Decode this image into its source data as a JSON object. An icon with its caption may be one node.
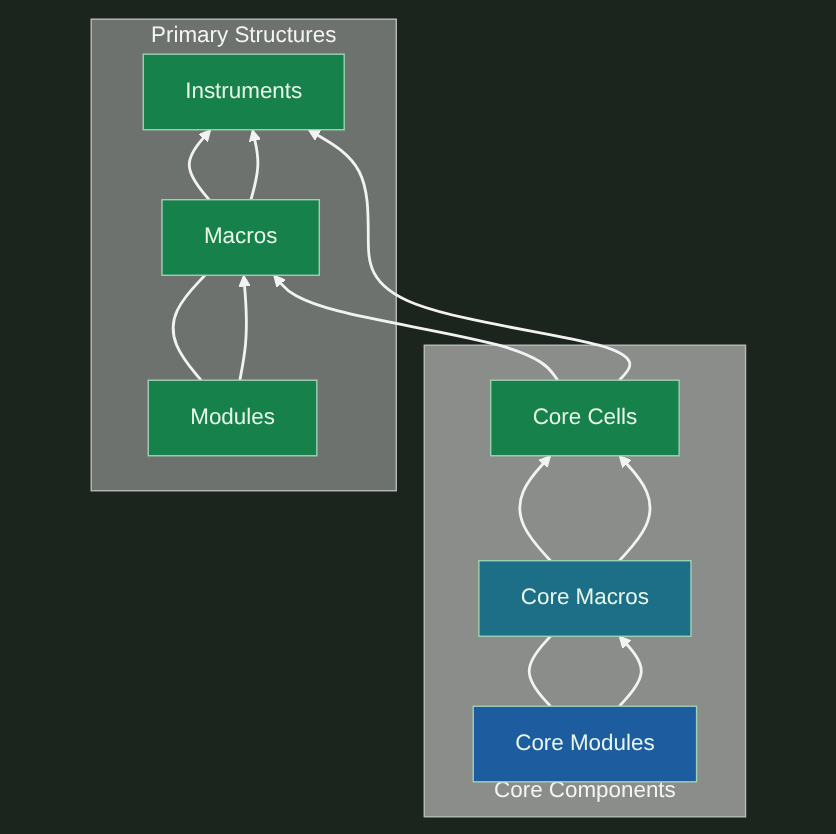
{
  "diagram": {
    "nodes": [
      {
        "text": [
          "Primary Structures"
        ]
      },
      {
        "text": [
          "Instruments"
        ],
        "in": 0
      },
      {
        "text": [
          "Macros"
        ],
        "in": 0
      },
      {
        "text": [
          "Modules"
        ],
        "in": 0
      },
      {
        "text": [
          "Core Components"
        ]
      },
      {
        "text": [
          "Core Cells"
        ],
        "in": 4
      },
      {
        "text": [
          "Core Macros"
        ],
        "in": 4
      },
      {
        "text": [
          "Core Modules"
        ],
        "in": 4
      }
    ],
    "edges": [
      {
        "from": 2,
        "to": 1,
        "arrow": "to"
      },
      {
        "from": 2,
        "to": 1,
        "arrow": "to"
      },
      {
        "from": 3,
        "to": 2,
        "arrow": "none"
      },
      {
        "from": 3,
        "to": 2,
        "arrow": "to"
      },
      {
        "from": 5,
        "to": 1,
        "arrow": "to"
      },
      {
        "from": 5,
        "to": 2,
        "arrow": "to"
      },
      {
        "from": 6,
        "to": 5,
        "arrow": "to"
      },
      {
        "from": 6,
        "to": 5,
        "arrow": "to"
      },
      {
        "from": 7,
        "to": 6,
        "arrow": "none"
      },
      {
        "from": 7,
        "to": 6,
        "arrow": "to"
      }
    ]
  }
}
